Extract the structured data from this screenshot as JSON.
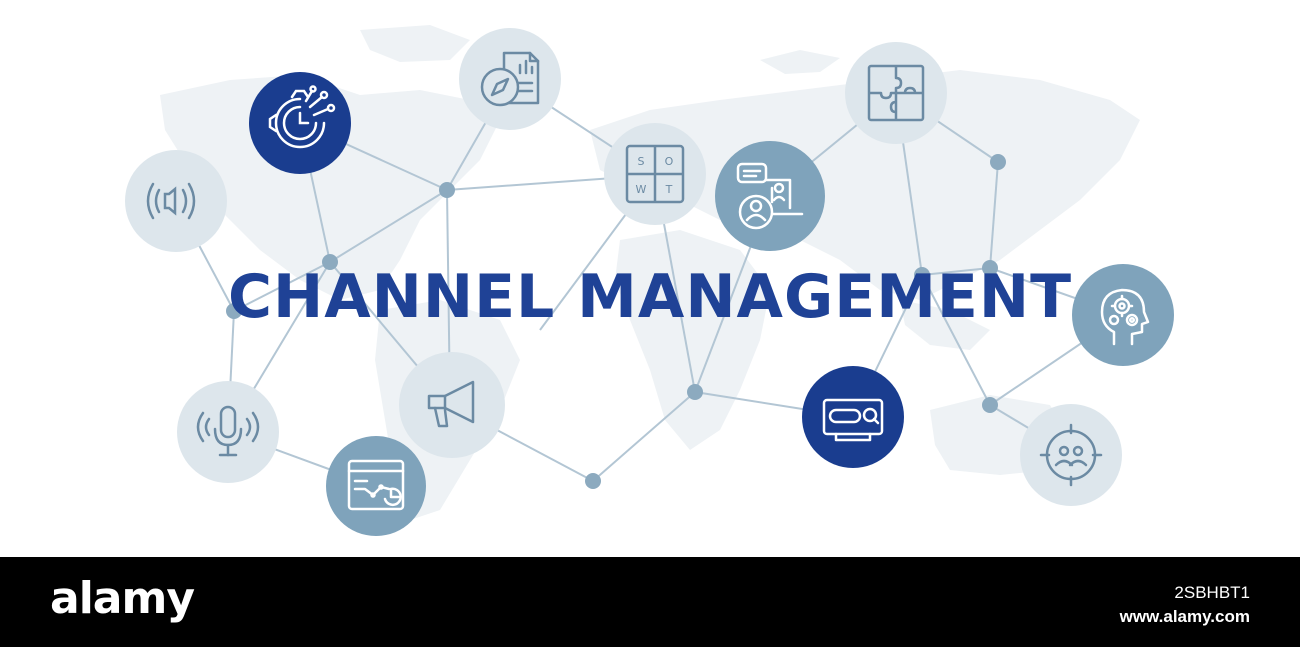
{
  "headline": "CHANNEL MANAGEMENT",
  "swot": [
    "S",
    "O",
    "W",
    "T"
  ],
  "footer": {
    "brand": "alamy",
    "image_id": "2SBHBT1",
    "site": "www.alamy.com"
  },
  "colors": {
    "headline": "#1f4296",
    "dark_node": "#1a3d8f",
    "mid_node": "#7fa3bb",
    "light_node": "#dde6ec",
    "network_line": "#b3c6d4",
    "network_dot": "#8caabf",
    "map": "#eef2f5"
  },
  "icons": [
    "speaker-icon",
    "gear-clock-icon",
    "compass-report-icon",
    "swot-icon",
    "video-call-icon",
    "puzzle-icon",
    "head-gears-icon",
    "microphone-icon",
    "megaphone-icon",
    "web-analytics-icon",
    "search-bar-icon",
    "target-team-icon"
  ]
}
